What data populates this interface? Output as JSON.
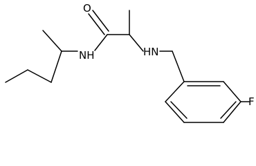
{
  "molecule": {
    "atom_labels": {
      "oxygen": "O",
      "amide_nitrogen": "NH",
      "amine_nitrogen": "HN",
      "fluorine": "F"
    }
  }
}
